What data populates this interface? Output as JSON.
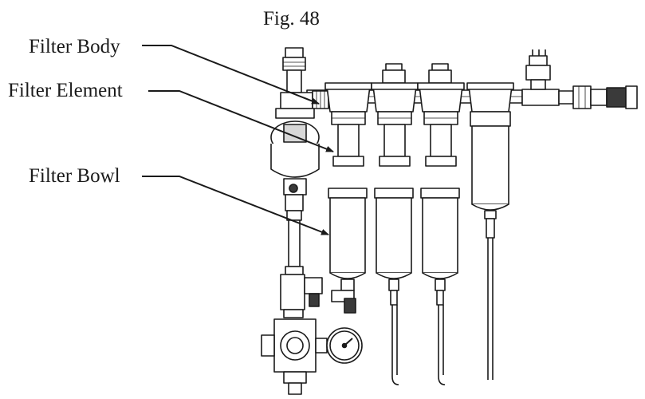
{
  "figure": {
    "caption": "Fig. 48",
    "labels": {
      "filter_body": "Filter Body",
      "filter_element": "Filter Element",
      "filter_bowl": "Filter Bowl"
    }
  },
  "colors": {
    "line": "#1a1a1a",
    "fill": "#ffffff",
    "shade": "#d8d8d8",
    "dark": "#3a3a3a"
  }
}
